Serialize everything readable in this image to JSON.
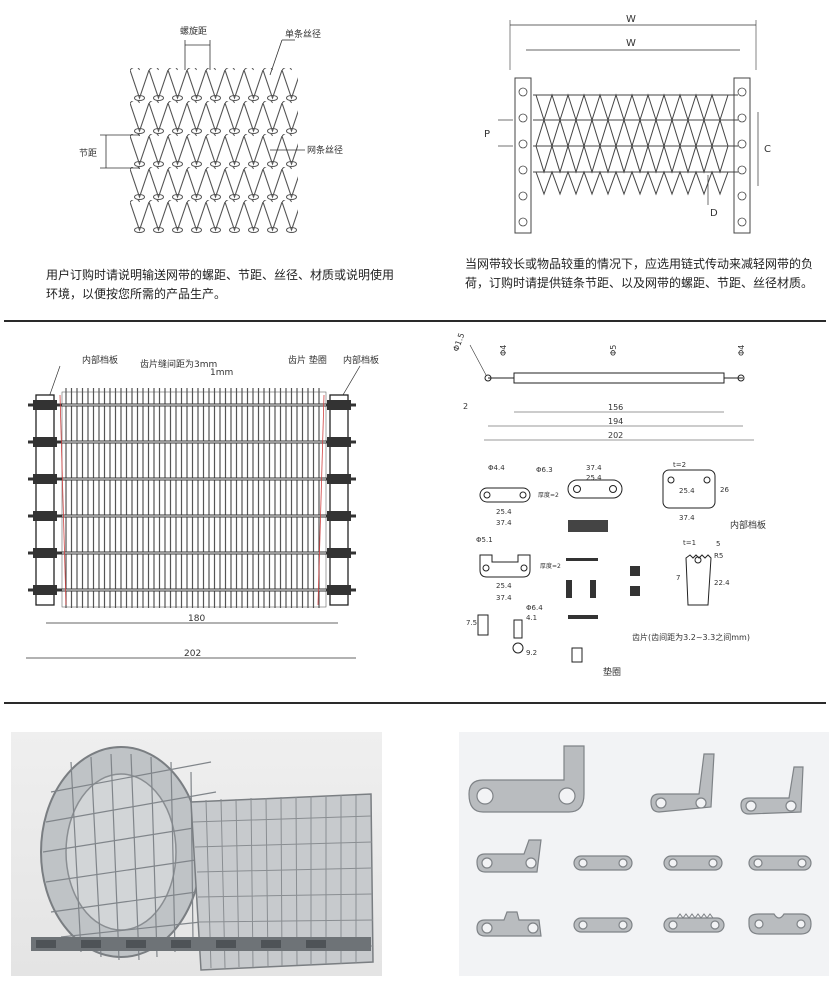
{
  "top_left": {
    "label_pitch_spiral": "螺旋距",
    "label_single_wire": "单条丝径",
    "label_pitch": "节距",
    "label_mesh_wire": "网条丝径",
    "caption": "用户订购时请说明输送网带的螺距、节距、丝径、材质或说明使用环境，以便按您所需的产品生产。"
  },
  "top_right": {
    "dim_w_outer": "W",
    "dim_w_inner": "W",
    "dim_p": "P",
    "dim_c": "C",
    "dim_d": "D",
    "caption": "当网带较长或物品较重的情况下，应选用链式传动来减轻网带的负荷，订购时请提供链条节距、以及网带的螺距、节距、丝径材质。"
  },
  "mid_left": {
    "label_inner_guard_left": "内部档板",
    "label_tooth_gap": "齿片缝间距为3mm",
    "label_1mm": "1mm",
    "label_tooth_spacer": "齿片  垫圈",
    "label_inner_guard_right": "内部档板",
    "dim_180": "180",
    "dim_202": "202"
  },
  "mid_right": {
    "phi_1_5": "Φ1.5",
    "phi_4_left": "Φ4",
    "phi_5": "Φ5",
    "phi_4_right": "Φ4",
    "dim_2": "2",
    "dim_156": "156",
    "dim_194": "194",
    "dim_202": "202",
    "part_a_phi": "Φ4.4",
    "part_a_dims": [
      "25.4",
      "37.4"
    ],
    "part_b_phi": "Φ6.3",
    "part_b_dims": [
      "37.4",
      "25.4"
    ],
    "thickness_2a": "厚度=2",
    "part_c_dims": [
      "t=2",
      "25.4",
      "37.4",
      "26"
    ],
    "inner_guard": "内部档板",
    "part_d_phi": "Φ5.1",
    "part_d_dims": [
      "25.4",
      "37.4"
    ],
    "thickness_2b": "厚度=2",
    "tooth_dims": [
      "t=1",
      "5",
      "R5",
      "7",
      "22.4"
    ],
    "washer_dims": [
      "Φ6.4",
      "4.1",
      "7.5",
      "9.2"
    ],
    "tooth_caption": "齿片(齿间距为3.2~3.3之间mm)",
    "spacer_caption": "垫圈"
  },
  "photos": {
    "belt_photo": "stainless steel mesh conveyor belt roll",
    "parts_photo": "stamped stainless steel guard plates"
  }
}
